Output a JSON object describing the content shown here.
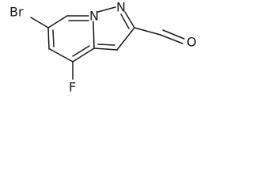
{
  "molecule": {
    "atoms": {
      "bromine": "Br",
      "ring_nitrogen": "N",
      "pyrazole_nitrogen": "N",
      "fluorine": "F",
      "oxygen": "O"
    }
  }
}
